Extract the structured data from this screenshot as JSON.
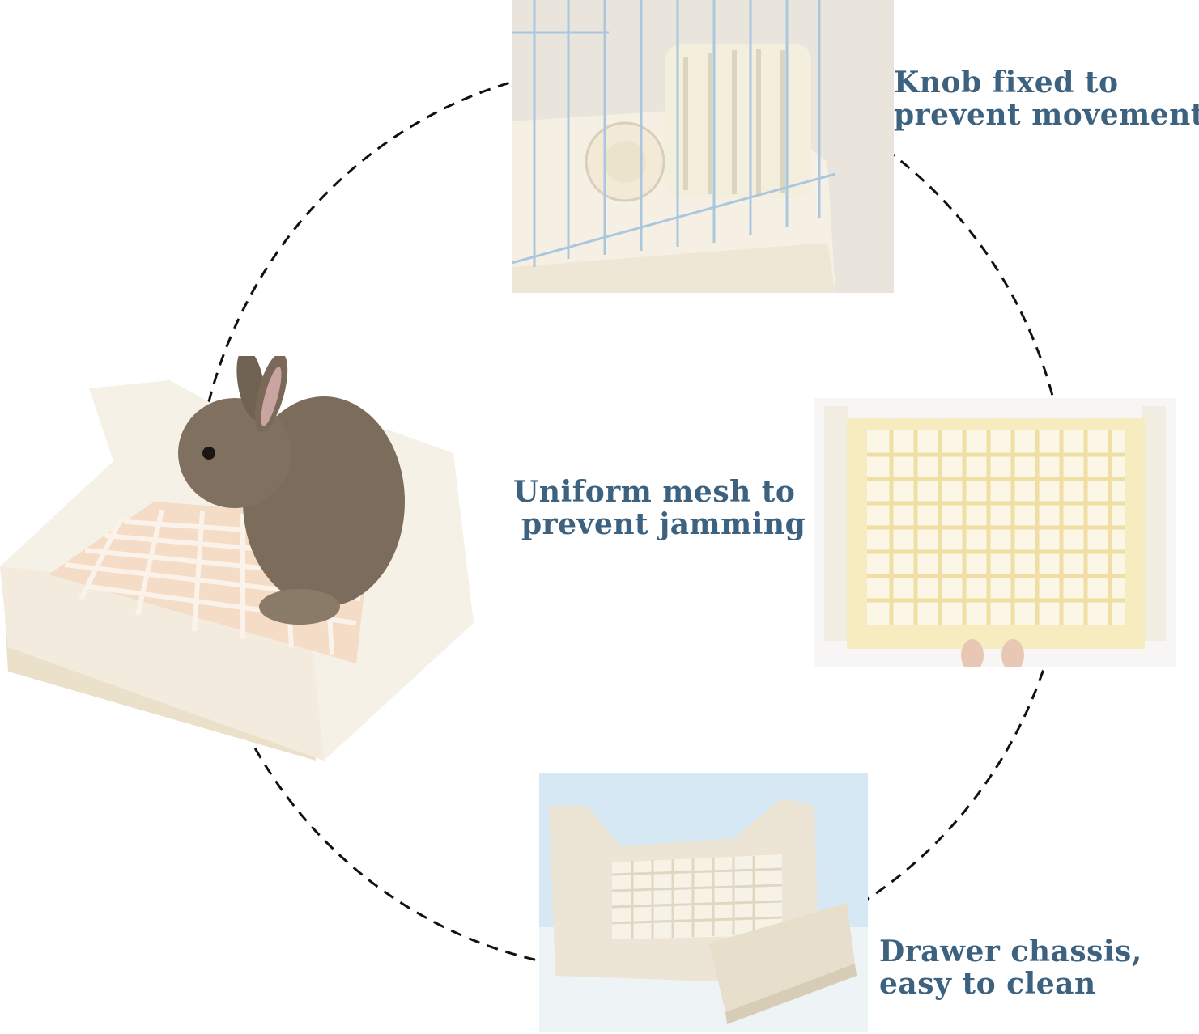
{
  "features": {
    "knob": {
      "line1": "Knob fixed to",
      "line2": "prevent movement"
    },
    "mesh": {
      "line1": "Uniform mesh to",
      "line2": "prevent jamming"
    },
    "drawer": {
      "line1": "Drawer chassis,",
      "line2": "easy to clean"
    }
  },
  "colors": {
    "label_text": "#3c6280",
    "tray_cream": "#f2ece0",
    "mesh_yellow": "#f5ecc2",
    "ring_stroke": "#111111"
  },
  "icons": {
    "main": "rabbit-litter-box",
    "knob": "cage-knob-closeup",
    "mesh": "mesh-grid-tray",
    "drawer": "drawer-litter-box"
  }
}
